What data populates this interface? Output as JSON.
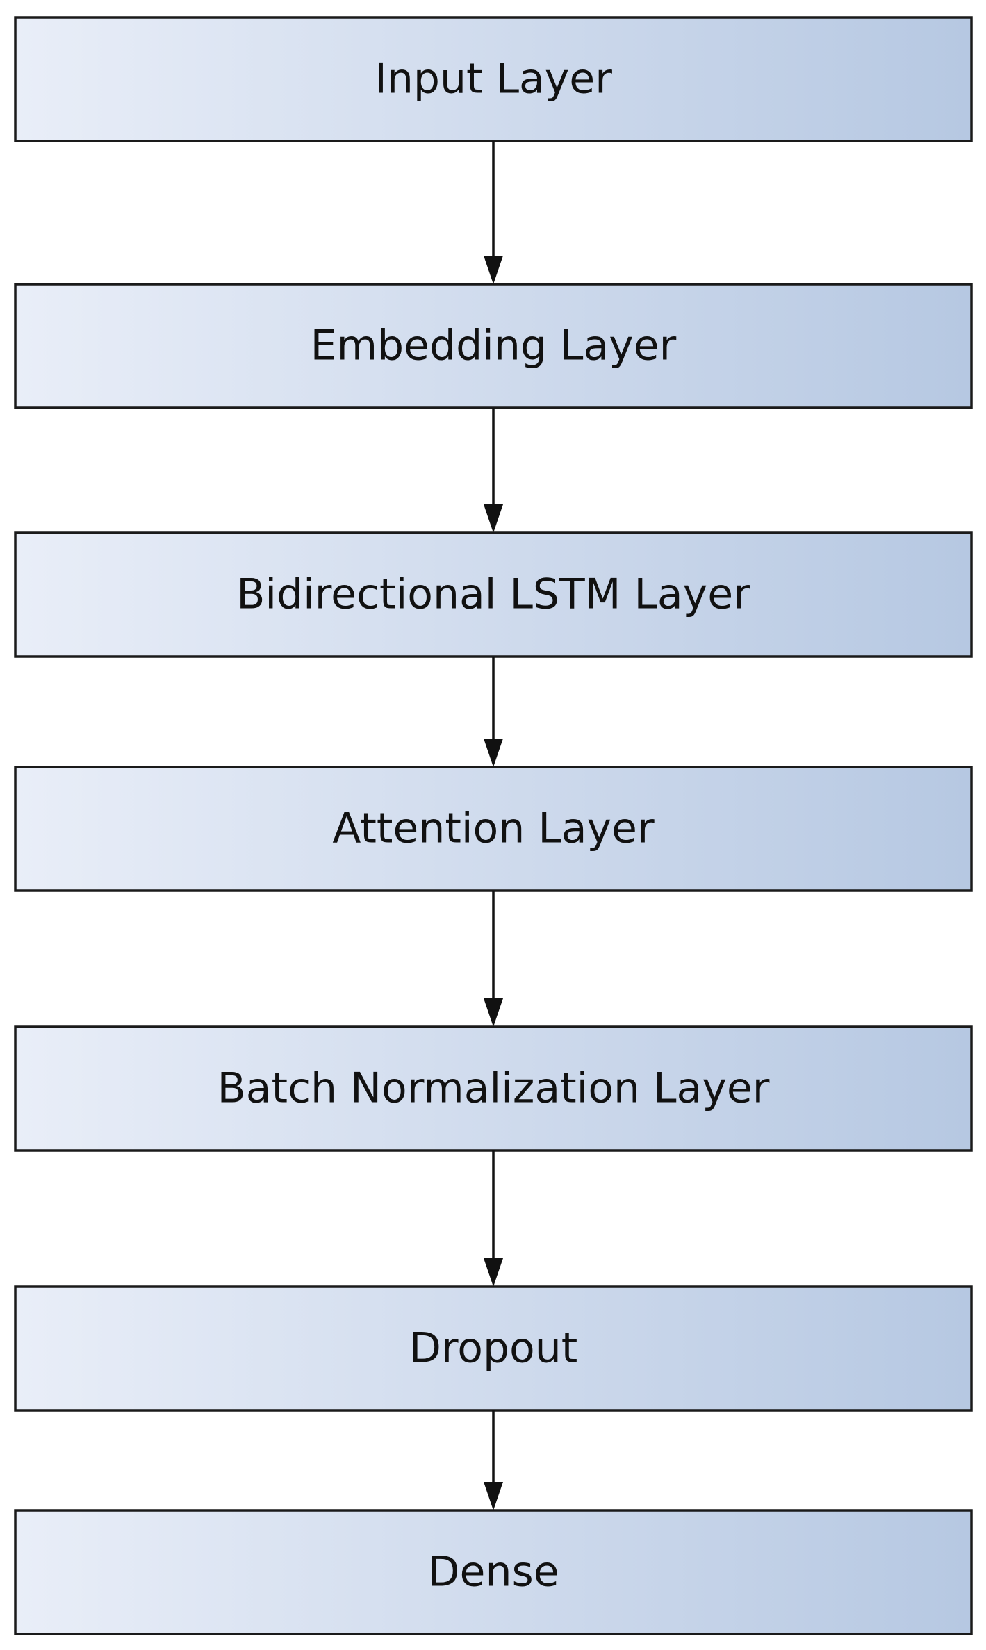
{
  "colors": {
    "box_fill_start": "#e9eef8",
    "box_fill_end": "#b6c8e2",
    "box_border": "#1a1a1a",
    "arrow": "#111111"
  },
  "layers": [
    {
      "label": "Input Layer"
    },
    {
      "label": "Embedding Layer"
    },
    {
      "label": "Bidirectional LSTM Layer"
    },
    {
      "label": "Attention Layer"
    },
    {
      "label": "Batch Normalization Layer"
    },
    {
      "label": "Dropout"
    },
    {
      "label": "Dense"
    }
  ]
}
